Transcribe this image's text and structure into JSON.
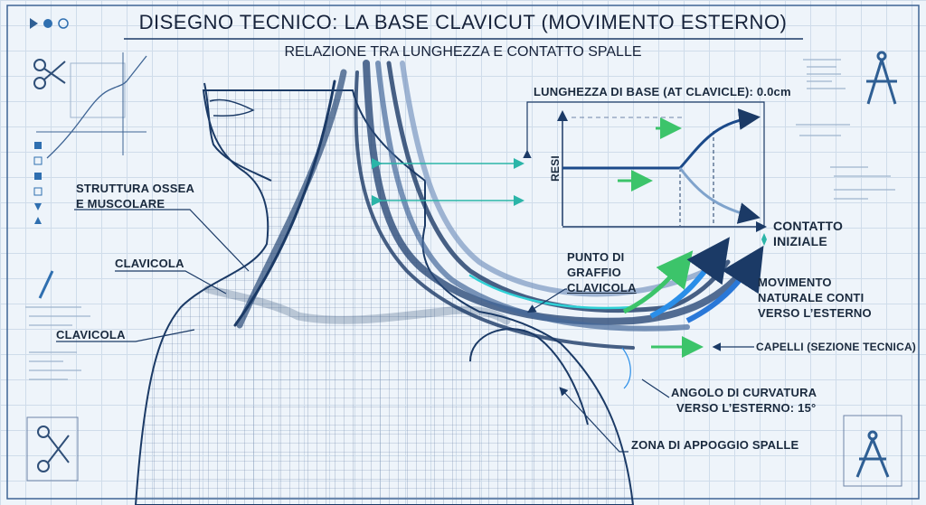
{
  "header": {
    "title": "DISEGNO TECNICO: LA BASE CLAVICUT (MOVIMENTO ESTERNO)",
    "subtitle": "RELAZIONE TRA LUNGHEZZA E CONTATTO SPALLE"
  },
  "inset_chart": {
    "title": "LUNGHEZZA DI BASE (AT CLAVICLE): 0.0cm",
    "y_label": "RESI",
    "x_label_line1": "CONTATTO",
    "x_label_line2": "INIZIALE"
  },
  "labels": {
    "struttura_line1": "STRUTTURA OSSEA",
    "struttura_line2": "E MUSCOLARE",
    "clavicola_upper": "CLAVICOLA",
    "clavicola_lower": "CLAVICOLA",
    "punto_line1": "PUNTO DI",
    "punto_line2": "GRAFFIO",
    "punto_line3": "CLAVICOLA",
    "movimento_line1": "MOVIMENTO",
    "movimento_line2": "NATURALE CONTI",
    "movimento_line3": "VERSO L’ESTERNO",
    "capelli": "CAPELLI (SEZIONE TECNICA)",
    "angolo_line1": "ANGOLO DI CURVATURA",
    "angolo_line2": "VERSO L’ESTERNO: 15°",
    "zona": "ZONA DI APPOGGIO SPALLE"
  },
  "colors": {
    "ink": "#1b3a66",
    "accent_blue": "#2a8ee8",
    "accent_green": "#3cc46a",
    "accent_cyan": "#2fd1d6"
  },
  "icons": [
    "scissors-icon",
    "compass-icon",
    "comb-icon",
    "play-icon"
  ]
}
